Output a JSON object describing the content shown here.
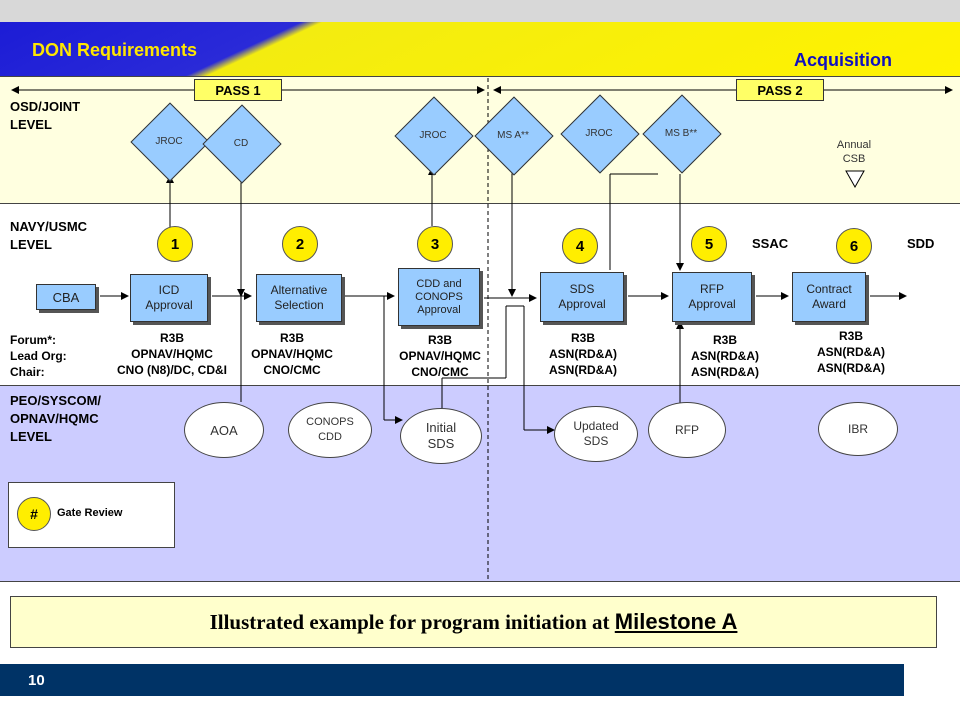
{
  "header": {
    "left_title": "DON Requirements",
    "right_title": "Acquisition",
    "colors": {
      "blue": "#1c1cd6",
      "yellow": "#fff300"
    }
  },
  "passes": [
    {
      "label": "PASS 1"
    },
    {
      "label": "PASS 2"
    }
  ],
  "lanes": {
    "osd": [
      "OSD/JOINT",
      "LEVEL"
    ],
    "navy": [
      "NAVY/USMC",
      "LEVEL"
    ],
    "peo": [
      "PEO/SYSCOM/",
      "OPNAV/HQMC",
      "LEVEL"
    ]
  },
  "diamonds": [
    {
      "label": "JROC"
    },
    {
      "label": "CD"
    },
    {
      "label": "JROC"
    },
    {
      "label": "MS A**"
    },
    {
      "label": "JROC"
    },
    {
      "label": "MS B**"
    }
  ],
  "annual_csb": [
    "Annual",
    "CSB"
  ],
  "gates": [
    "1",
    "2",
    "3",
    "4",
    "5",
    "6"
  ],
  "milestones": {
    "ssac": "SSAC",
    "sdd": "SDD"
  },
  "cba": "CBA",
  "process_boxes": [
    [
      "ICD",
      "Approval"
    ],
    [
      "Alternative",
      "Selection"
    ],
    [
      "CDD and",
      "CONOPS",
      "Approval"
    ],
    [
      "SDS",
      "Approval"
    ],
    [
      "RFP",
      "Approval"
    ],
    [
      "Contract",
      "Award"
    ]
  ],
  "forum_labels": [
    "Forum*:",
    "Lead Org:",
    "Chair:"
  ],
  "forums": [
    [
      "R3B",
      "OPNAV/HQMC",
      "CNO (N8)/DC,  CD&I"
    ],
    [
      "R3B",
      "OPNAV/HQMC",
      "CNO/CMC"
    ],
    [
      "R3B",
      "OPNAV/HQMC",
      "CNO/CMC"
    ],
    [
      "R3B",
      "ASN(RD&A)",
      "ASN(RD&A)"
    ],
    [
      "R3B",
      "ASN(RD&A)",
      "ASN(RD&A)"
    ],
    [
      "R3B",
      "ASN(RD&A)",
      "ASN(RD&A)"
    ]
  ],
  "documents": [
    [
      "AOA"
    ],
    [
      "CONOPS",
      "CDD"
    ],
    [
      "Initial",
      "SDS"
    ],
    [
      "Updated",
      "SDS"
    ],
    [
      "RFP"
    ],
    [
      "IBR"
    ]
  ],
  "legend": {
    "symbol": "#",
    "label": "Gate Review"
  },
  "caption": {
    "text": "Illustrated example for program initiation at ",
    "emphasis": "Milestone A"
  },
  "footer": {
    "page": "10"
  }
}
